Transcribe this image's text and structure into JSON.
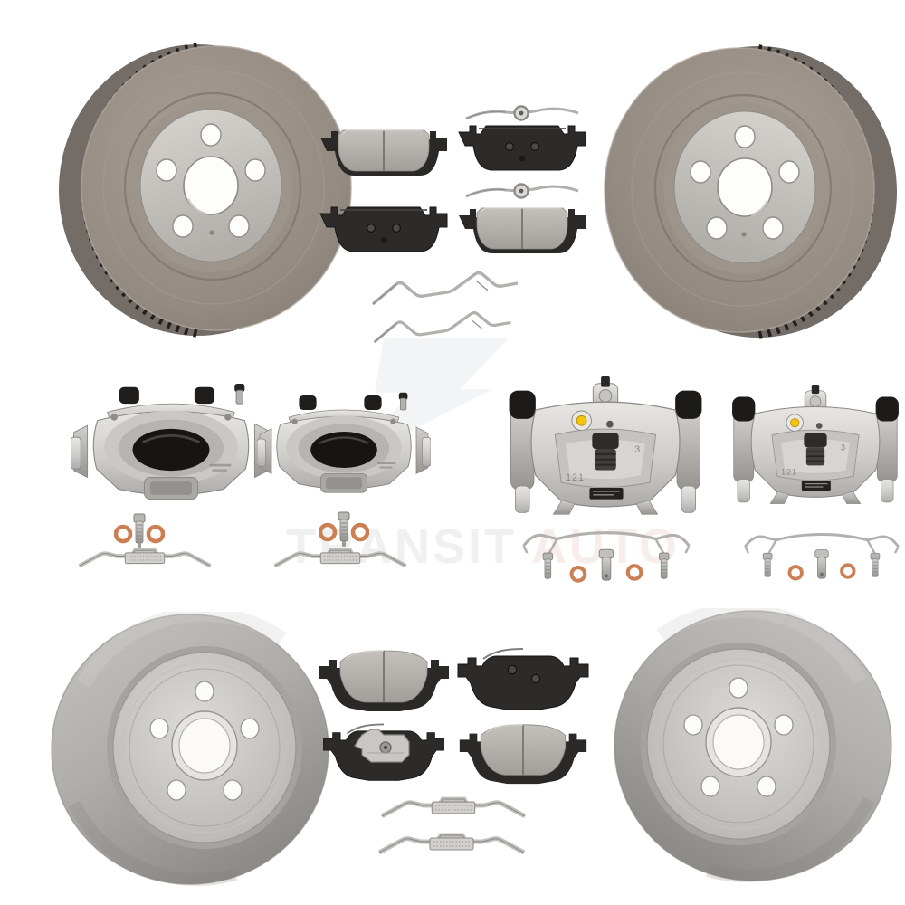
{
  "scene": {
    "kind": "product-photo",
    "subject": "Front and rear disc brake kit: coated rotors, calipers, ceramic pads and hardware",
    "background": "#ffffff"
  },
  "watermark": {
    "brand": "TRANSIT ",
    "accent": "AUTO",
    "brand_color": "#f0f0f1",
    "accent_color": "#f7eeeb",
    "logo_color": "#f3f4f6"
  },
  "stamps": {
    "rear_caliper_number": "121",
    "rear_caliper_digit": "3"
  },
  "palette": {
    "front_rotor_coating": "#968d86",
    "front_rotor_hub": "#c8c5c1",
    "front_rotor_vent_fins": "#211f1d",
    "rear_rotor_face": "#aeacab",
    "rear_rotor_hub": "#cbc9c5",
    "pad_friction": "#b4b0ab",
    "pad_backplate": "#2b2928",
    "caliper_body": "#d7d5d2",
    "caliper_shadow": "#908e8b",
    "rubber_boot": "#1d1b1a",
    "yellow_plug": "#f3c50b",
    "copper_washer": "#cb7f53",
    "hardware_steel": "#b7b5b2"
  },
  "parts": [
    {
      "name": "front-rotor-left",
      "label": "Front coated vented disc brake rotor (left)"
    },
    {
      "name": "front-rotor-right",
      "label": "Front coated vented disc brake rotor (right)"
    },
    {
      "name": "rear-brake-pads-set",
      "label": "Rear ceramic brake pads (4) with wear sensor wires"
    },
    {
      "name": "rear-pad-spring-clips",
      "label": "Rear pad wire spring clips (2)"
    },
    {
      "name": "front-caliper-left",
      "label": "Front disc brake caliper with bracket (left)"
    },
    {
      "name": "front-caliper-right",
      "label": "Front disc brake caliper with bracket (right)"
    },
    {
      "name": "rear-caliper-left",
      "label": "Rear disc brake caliper with bracket (left)"
    },
    {
      "name": "rear-caliper-right",
      "label": "Rear disc brake caliper with bracket (right)"
    },
    {
      "name": "caliper-hardware",
      "label": "Banjo bolts, copper washers, guide bolts and abutment clips"
    },
    {
      "name": "rear-rotor-left",
      "label": "Rear coated disc brake rotor (left)"
    },
    {
      "name": "rear-rotor-right",
      "label": "Rear coated disc brake rotor (right)"
    },
    {
      "name": "front-brake-pads-set",
      "label": "Front ceramic brake pads (4) with shim"
    }
  ]
}
